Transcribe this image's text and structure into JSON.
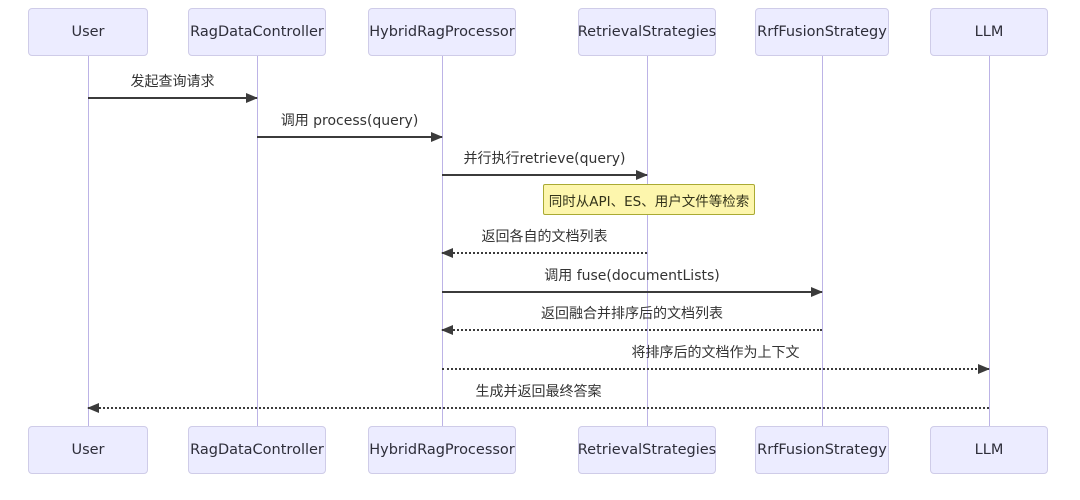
{
  "diagram_type": "sequence-diagram",
  "participants": [
    {
      "label": "User"
    },
    {
      "label": "RagDataController"
    },
    {
      "label": "HybridRagProcessor"
    },
    {
      "label": "RetrievalStrategies"
    },
    {
      "label": "RrfFusionStrategy"
    },
    {
      "label": "LLM"
    }
  ],
  "messages": [
    {
      "text": "发起查询请求",
      "from": "User",
      "to": "RagDataController",
      "line": "solid"
    },
    {
      "text": "调用 process(query)",
      "from": "RagDataController",
      "to": "HybridRagProcessor",
      "line": "solid"
    },
    {
      "text": "并行执行retrieve(query)",
      "from": "HybridRagProcessor",
      "to": "RetrievalStrategies",
      "line": "solid"
    },
    {
      "text": "返回各自的文档列表",
      "from": "RetrievalStrategies",
      "to": "HybridRagProcessor",
      "line": "dashed"
    },
    {
      "text": "调用 fuse(documentLists)",
      "from": "HybridRagProcessor",
      "to": "RrfFusionStrategy",
      "line": "solid"
    },
    {
      "text": "返回融合并排序后的文档列表",
      "from": "RrfFusionStrategy",
      "to": "HybridRagProcessor",
      "line": "dashed"
    },
    {
      "text": "将排序后的文档作为上下文",
      "from": "HybridRagProcessor",
      "to": "LLM",
      "line": "dashed"
    },
    {
      "text": "生成并返回最终答案",
      "from": "LLM",
      "to": "User",
      "line": "dashed"
    }
  ],
  "note": {
    "text": "同时从API、ES、用户文件等检索",
    "over": "RetrievalStrategies"
  },
  "colors": {
    "actor_fill": "#ececff",
    "actor_border": "#cfcce8",
    "lifeline": "#bcb3e6",
    "arrow": "#3b3b3b",
    "note_fill": "#fdf6ad",
    "note_border": "#aaaa33",
    "background": "#ffffff"
  }
}
